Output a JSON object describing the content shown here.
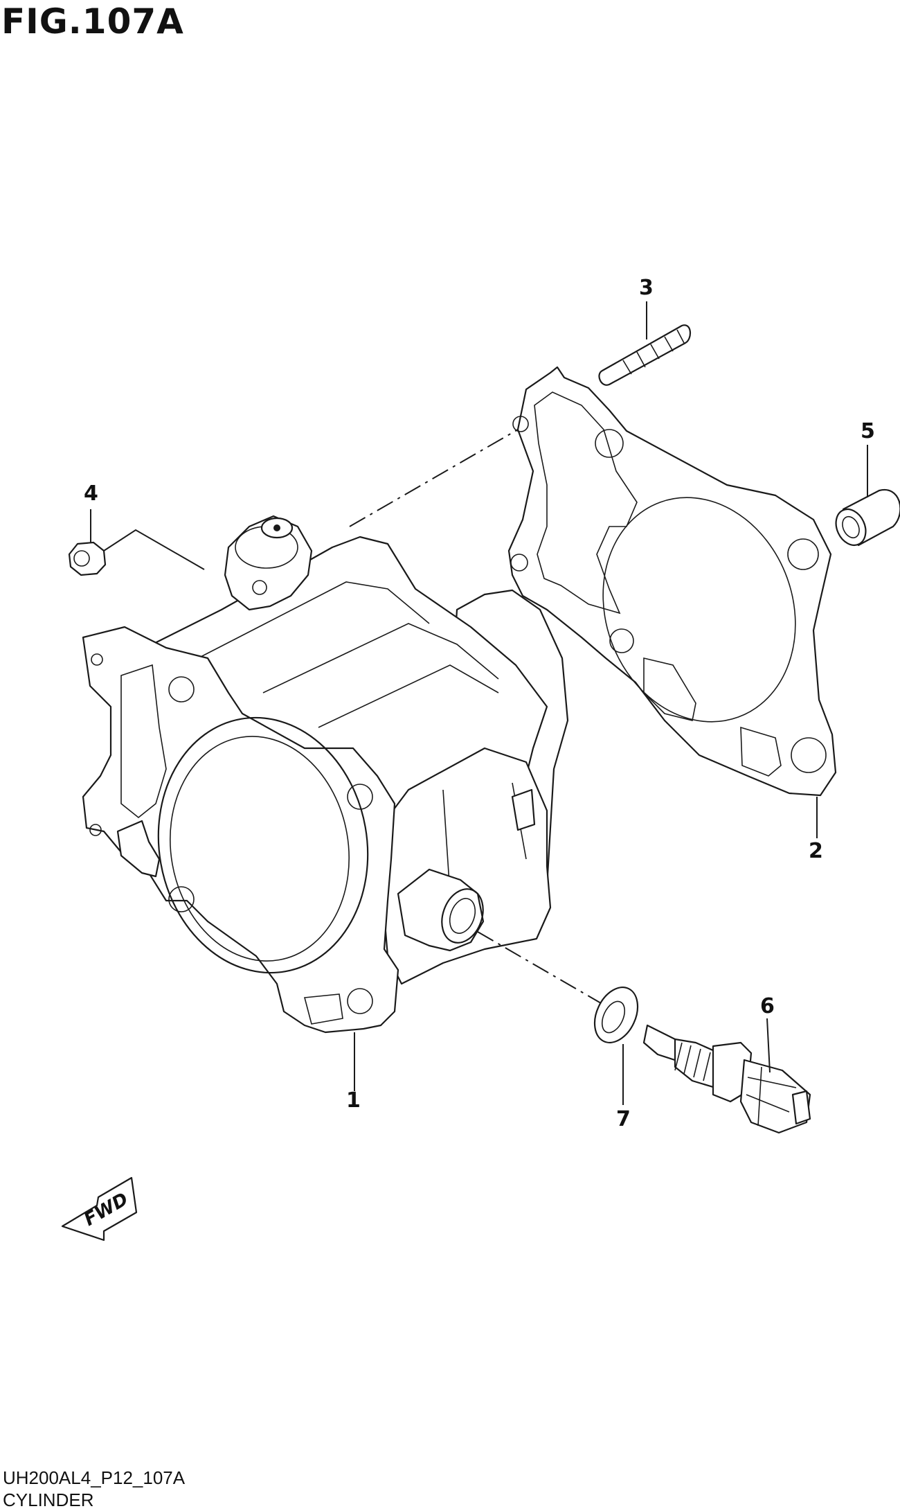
{
  "figure": {
    "title": "FIG.107A",
    "code": "UH200AL4_P12_107A",
    "name": "CYLINDER",
    "direction_label": "FWD"
  },
  "callouts": [
    "1",
    "2",
    "3",
    "4",
    "5",
    "6",
    "7"
  ]
}
